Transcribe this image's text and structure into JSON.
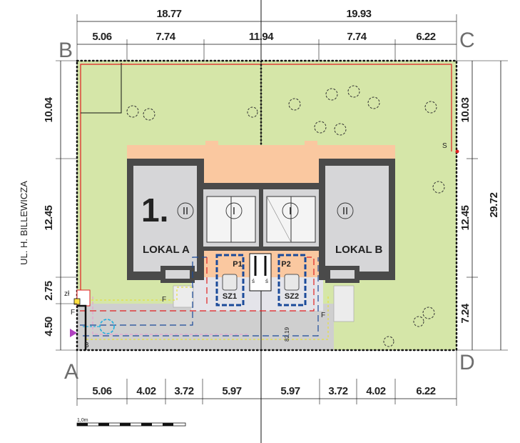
{
  "corners": {
    "a": "A",
    "b": "B",
    "c": "C",
    "d": "D"
  },
  "dims": {
    "top_overall": [
      "18.77",
      "19.93"
    ],
    "top_row": [
      "5.06",
      "7.74",
      "11.94",
      "7.74",
      "6.22"
    ],
    "bottom_row": [
      "5.06",
      "4.02",
      "3.72",
      "5.97",
      "5.97",
      "3.72",
      "4.02",
      "6.22"
    ],
    "left": [
      "10.04",
      "12.45",
      "2.75",
      "4.50"
    ],
    "right": [
      "10.03",
      "12.45",
      "7.24"
    ],
    "right_total": "29.72"
  },
  "street": "UL. H. BILLEWICZA",
  "units": {
    "number": "1.",
    "lokal_a": "LOKAL A",
    "lokal_b": "LOKAL B",
    "roman_ii": "II",
    "roman_i": "I"
  },
  "parking": {
    "p1": "P1",
    "p2": "P2",
    "sz1": "SZ1",
    "sz2": "SZ2",
    "s": "ś"
  },
  "markers": {
    "zl": "zł",
    "f": "F",
    "b_small": "B",
    "s_small": "S",
    "level": "82,19"
  },
  "scale_label": "1,0m",
  "colors": {
    "lawn": "#d5e6a8",
    "roof": "#fac8a0",
    "wall": "#4a4a4a",
    "room": "#d6d6d8",
    "drive": "#cfcfcf",
    "pink": "#e8a0d0",
    "blue": "#1a4a9a",
    "red": "#e02020"
  }
}
